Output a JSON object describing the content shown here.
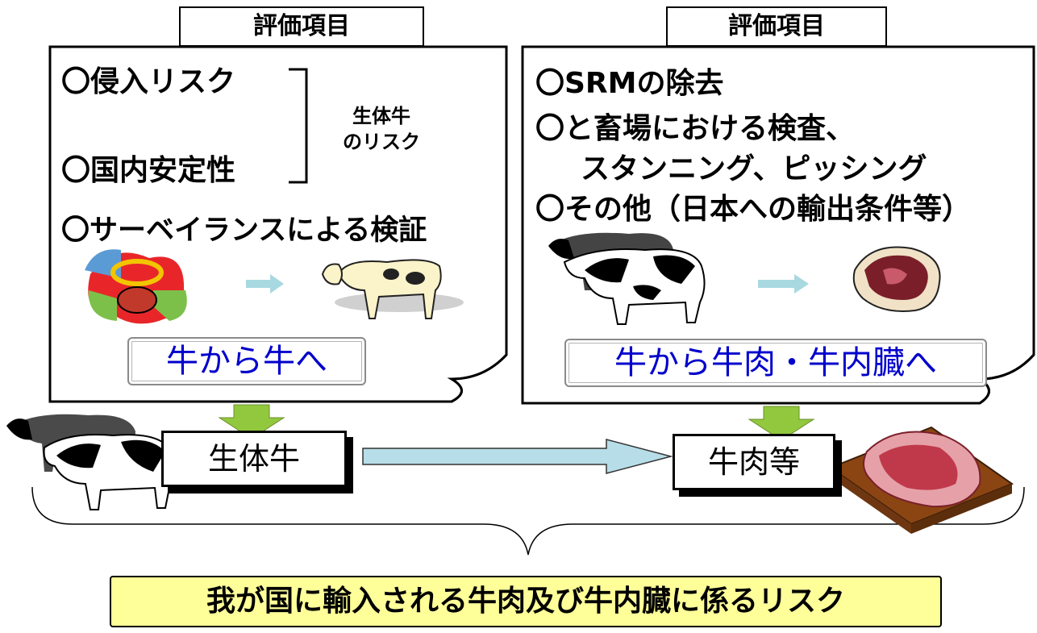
{
  "left_panel": {
    "tab_label": "評価項目",
    "items": [
      "〇侵入リスク",
      "〇国内安定性",
      "〇サーベイランスによる検証"
    ],
    "bracket_note": [
      "生体牛",
      "のリスク"
    ],
    "flow_label": "牛から牛へ"
  },
  "right_panel": {
    "tab_label": "評価項目",
    "items": [
      "〇SRMの除去",
      "〇と畜場における検査、",
      "スタンニング、ピッシング",
      "〇その他（日本への輸出条件等）"
    ],
    "flow_label": "牛から牛肉・牛内臓へ"
  },
  "results": {
    "live_cattle": "生体牛",
    "beef_etc": "牛肉等"
  },
  "conclusion": "我が国に輸入される牛肉及び牛内臓に係るリスク",
  "colors": {
    "conclusion_bg": "#ffff99",
    "arrow_green": "#92c83e",
    "arrow_teal": "#b7dde8",
    "label_blue": "#0000cc"
  }
}
